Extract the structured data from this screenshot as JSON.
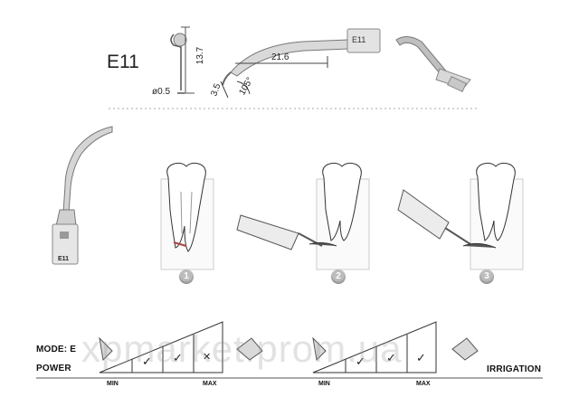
{
  "model": "E11",
  "tip_engraving": "E11",
  "shank_label": "E11",
  "dimensions": {
    "length": "13.7",
    "diameter": "ø0.5",
    "reach": "21.6",
    "offset": "3.5",
    "angle": "105°"
  },
  "steps": [
    "1",
    "2",
    "3"
  ],
  "settings": {
    "mode_label": "MODE: E",
    "power_label": "POWER",
    "irrigation_label": "IRRIGATION",
    "min_label": "MIN",
    "max_label": "MAX",
    "power_marks": [
      "✓",
      "✓",
      "✕"
    ],
    "irrigation_marks": [
      "✓",
      "✓",
      "✓"
    ]
  },
  "watermark": "xpmarket.prom.ua"
}
